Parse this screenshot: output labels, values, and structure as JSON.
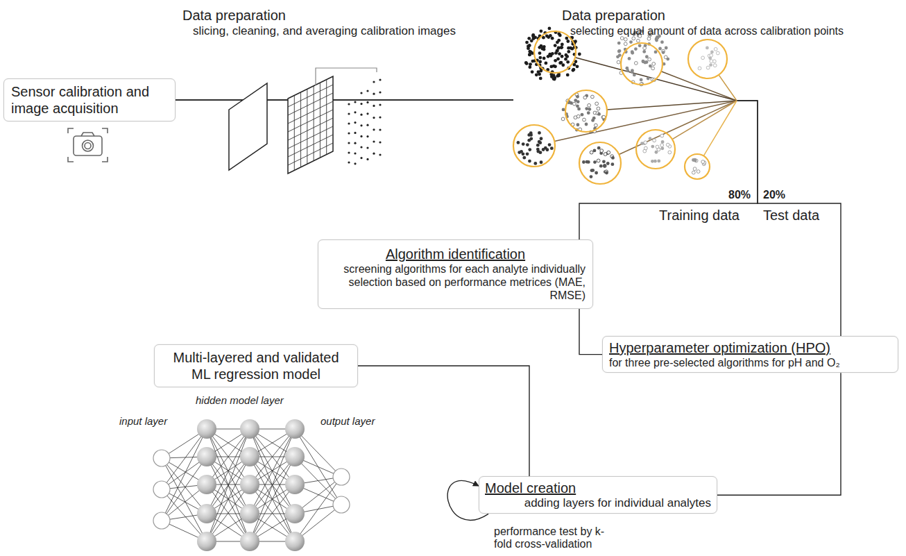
{
  "diagram": {
    "nodes": [
      {
        "text": [
          "Sensor calibration and image acquisition"
        ]
      },
      {
        "text": [
          "Algorithm identification",
          "screening algorithms for each analyte individually selection based on performance metrices (MAE, RMSE)"
        ]
      },
      {
        "text": [
          "Hyperparameter optimization (HPO)",
          "for three pre-selected algorithms for pH and O₂"
        ]
      },
      {
        "text": [
          "Multi-layered and validated ML regression model"
        ]
      },
      {
        "text": [
          "Model creation",
          "adding layers for individual analytes"
        ]
      }
    ],
    "edges": [
      {
        "from": 0,
        "to": 1,
        "arrow": "none"
      },
      {
        "from": 0,
        "to": 2,
        "arrow": "none"
      },
      {
        "from": 1,
        "to": 2,
        "arrow": "none"
      },
      {
        "from": 2,
        "to": 4,
        "arrow": "none"
      },
      {
        "from": 4,
        "to": 3,
        "arrow": "none"
      },
      {
        "from": 4,
        "to": 4,
        "arrow": "to"
      }
    ],
    "labels": [
      "Data preparation",
      "slicing, cleaning, and averaging calibration images",
      "Data preparation",
      "selecting equal amount of data across calibration points",
      "80%",
      "20%",
      "Training data",
      "Test data",
      "input layer",
      "hidden model layer",
      "output layer",
      "performance test by k-fold cross-validation"
    ]
  }
}
